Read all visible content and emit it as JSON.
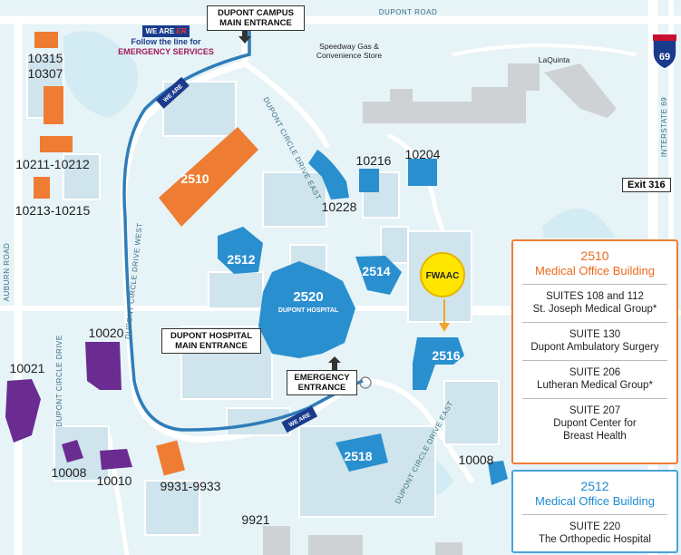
{
  "roads": {
    "north": "DUPONT ROAD",
    "west": "AUBURN ROAD",
    "interstate": "INTERSTATE 69",
    "shield": "69",
    "exit": "Exit 316",
    "circle_east": "DUPONT CIRCLE DRIVE EAST",
    "circle_west": "DUPONT CIRCLE DRIVE WEST",
    "circle_east_south": "DUPONT CIRCLE DRIVE EAST",
    "circle_drive": "DUPONT CIRCLE DRIVE"
  },
  "er_route": {
    "badge_prefix": "WE ARE",
    "badge_suffix": "ER",
    "line1": "Follow the line for",
    "line2": "EMERGENCY SERVICES"
  },
  "points_of_interest": {
    "speedway_line1": "Speedway Gas &",
    "speedway_line2": "Convenience Store",
    "laquinta": "LaQuinta"
  },
  "entrances": {
    "campus_line1": "DUPONT CAMPUS",
    "campus_line2": "MAIN ENTRANCE",
    "hospital_line1": "DUPONT HOSPITAL",
    "hospital_line2": "MAIN ENTRANCE",
    "emergency_line1": "EMERGENCY",
    "emergency_line2": "ENTRANCE"
  },
  "buildings": {
    "b10315": "10315",
    "b10307": "10307",
    "b10211": "10211-10212",
    "b10213": "10213-10215",
    "b2510": "2510",
    "b10216": "10216",
    "b10204": "10204",
    "b10228": "10228",
    "b2512": "2512",
    "b2520": "2520",
    "b2520_sub": "DUPONT HOSPITAL",
    "b2514": "2514",
    "fwaac": "FWAAC",
    "b2516": "2516",
    "b10020": "10020",
    "b10021": "10021",
    "b10008w": "10008",
    "b10010": "10010",
    "b9931": "9931-9933",
    "b2518": "2518",
    "b10008e": "10008",
    "b9921": "9921"
  },
  "panel_2510": {
    "number": "2510",
    "name": "Medical Office Building",
    "suites": [
      {
        "line1": "SUITES 108 and 112",
        "line2": "St. Joseph Medical Group*"
      },
      {
        "line1": "SUITE 130",
        "line2": "Dupont Ambulatory Surgery"
      },
      {
        "line1": "SUITE 206",
        "line2": "Lutheran Medical Group*"
      },
      {
        "line1": "SUITE 207",
        "line2": "Dupont Center for",
        "line3": "Breast Health"
      }
    ]
  },
  "panel_2512": {
    "number": "2512",
    "name": "Medical Office Building",
    "suites": [
      {
        "line1": "SUITE 220",
        "line2": "The Orthopedic Hospital"
      }
    ]
  },
  "colors": {
    "orange": "#ee7d33",
    "blue": "#2a8fcf",
    "purple": "#6a2c91",
    "er_line": "#2f7db8",
    "fwaac": "#ffe600",
    "road": "#ffffff",
    "ground": "#e6f3f7"
  }
}
